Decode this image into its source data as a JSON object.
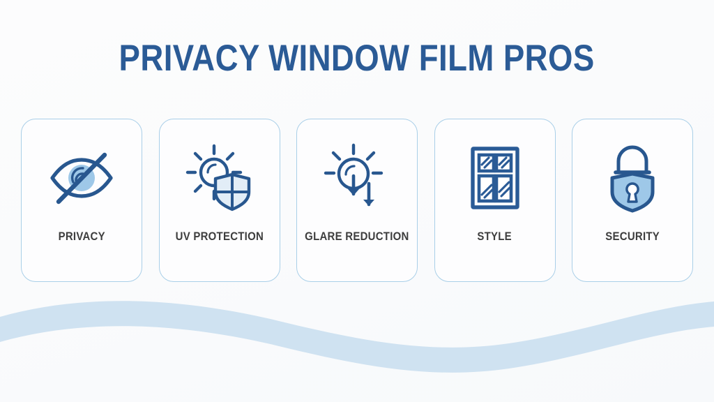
{
  "poster": {
    "title": "PRIVACY WINDOW FILM PROS",
    "background_color": "#fbfcfd",
    "accent_color": "#2b5b96",
    "light_accent_color": "#a9cfe8",
    "label_color": "#3d3d3d",
    "wave_color": "#cfe2f1"
  },
  "cards": [
    {
      "label": "PRIVACY",
      "icon": "eye-off-icon",
      "icon_colors": {
        "stroke": "#28578f",
        "fill": "#9ec8e8"
      }
    },
    {
      "label": "UV PROTECTION",
      "icon": "sun-shield-icon",
      "icon_colors": {
        "stroke": "#28578f",
        "fill": "#dce9f4"
      }
    },
    {
      "label": "GLARE REDUCTION",
      "icon": "sun-down-arrows-icon",
      "icon_colors": {
        "stroke": "#28578f",
        "fill": "none"
      }
    },
    {
      "label": "STYLE",
      "icon": "window-icon",
      "icon_colors": {
        "stroke": "#2a5b96",
        "fill": "#ffffff"
      }
    },
    {
      "label": "SECURITY",
      "icon": "lock-shield-icon",
      "icon_colors": {
        "stroke": "#28578f",
        "fill": "#9ec8e8"
      }
    }
  ]
}
